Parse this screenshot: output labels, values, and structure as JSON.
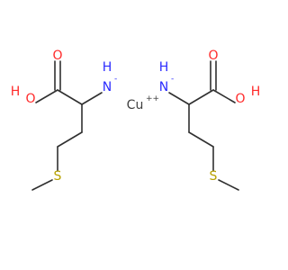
{
  "molecule": {
    "colors": {
      "bond": "#303030",
      "oxygen": "#ff2a2a",
      "nitrogen": "#2b2bff",
      "sulfur": "#b8a200",
      "metal": "#404040"
    },
    "left_ligand": {
      "carbonyl_o": "O",
      "hydroxyl": "OH",
      "hydroxyl_h": "H",
      "hydroxyl_o": "O",
      "amine": "N",
      "amine_h": "H",
      "amine_charge": "-",
      "sulfur": "S"
    },
    "metal": {
      "symbol": "Cu",
      "charge": "++"
    },
    "right_ligand": {
      "carbonyl_o": "O",
      "hydroxyl_o": "O",
      "hydroxyl_h": "H",
      "amine": "N",
      "amine_h": "H",
      "amine_charge": "-",
      "sulfur": "S"
    }
  }
}
